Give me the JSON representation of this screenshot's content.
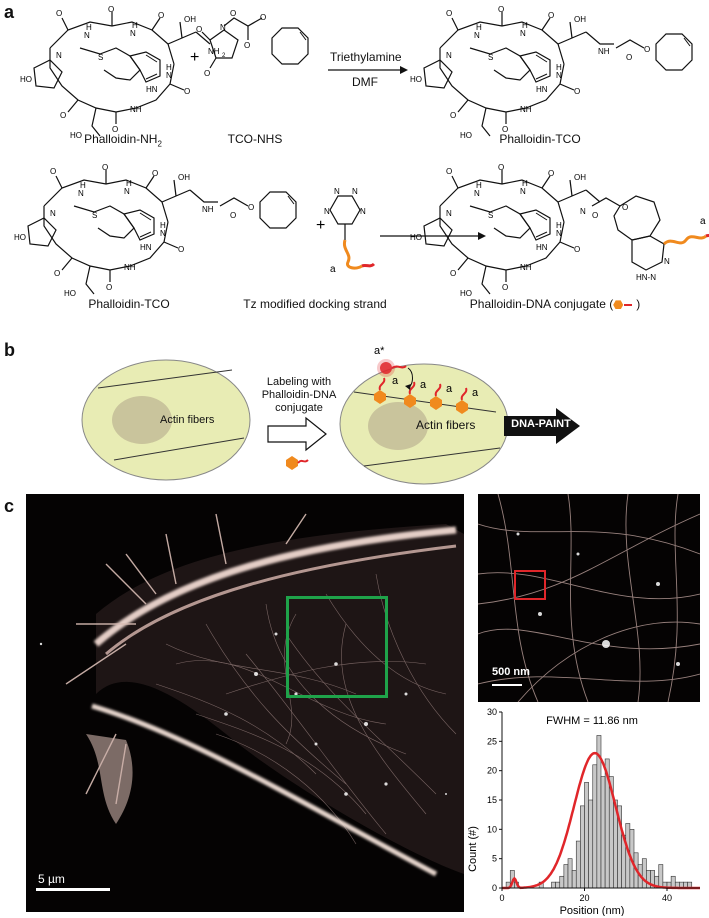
{
  "panels": {
    "a": "a",
    "b": "b",
    "c": "c"
  },
  "reaction1": {
    "reactant1": "Phalloidin-NH",
    "reactant1_sub": "2",
    "reactant2": "TCO-NHS",
    "reagent_top": "Triethylamine",
    "reagent_bottom": "DMF",
    "product": "Phalloidin-TCO",
    "plus": "+"
  },
  "reaction2": {
    "reactant1": "Phalloidin-TCO",
    "reactant2": "Tz modified docking strand",
    "product": "Phalloidin-DNA conjugate (",
    "product_close": ")",
    "strand_label": "a",
    "plus": "+"
  },
  "chem_labels": {
    "oh": "OH",
    "nh2": "NH",
    "h": "H",
    "n": "N",
    "o": "O",
    "s": "S",
    "hn": "HN",
    "ho": "HO",
    "nh": "NH",
    "hnn": "HN-N"
  },
  "schematic": {
    "cell1_label": "Actin fibers",
    "arrow_label": "Labeling with\nPhalloidin-DNA\nconjugate",
    "arrow_line1": "Labeling with",
    "arrow_line2": "Phalloidin-DNA",
    "arrow_line3": "conjugate",
    "cell2_label": "Actin fibers",
    "imager_label": "a*",
    "docking_label": "a",
    "method": "DNA-PAINT"
  },
  "microscopy": {
    "main_scalebar": "5 µm",
    "inset_scalebar": "500 nm"
  },
  "colors": {
    "cell_fill": "#e8ecb4",
    "nucleus_fill": "#c9c49c",
    "conjugate": "#f08a1e",
    "green_box": "#1fa34a",
    "red_box": "#e0262a",
    "fit_line": "#e0262a",
    "hist_fill": "#c8c8c8"
  },
  "chart_data": {
    "type": "bar",
    "title": "FWHM = 11.86 nm",
    "xlabel": "Position (nm)",
    "ylabel": "Count (#)",
    "xlim": [
      0,
      48
    ],
    "ylim": [
      0,
      30
    ],
    "xticks": [
      "0",
      "20",
      "40"
    ],
    "yticks": [
      "0",
      "5",
      "10",
      "15",
      "20",
      "25",
      "30"
    ],
    "bin_width": 1,
    "x": [
      0,
      1,
      2,
      3,
      4,
      5,
      6,
      7,
      8,
      9,
      10,
      11,
      12,
      13,
      14,
      15,
      16,
      17,
      18,
      19,
      20,
      21,
      22,
      23,
      24,
      25,
      26,
      27,
      28,
      29,
      30,
      31,
      32,
      33,
      34,
      35,
      36,
      37,
      38,
      39,
      40,
      41,
      42,
      43,
      44,
      45,
      46,
      47
    ],
    "values": [
      0,
      1,
      3,
      1,
      0,
      0,
      0,
      0,
      0,
      1,
      0,
      0,
      1,
      1,
      2,
      4,
      5,
      3,
      8,
      14,
      18,
      15,
      21,
      26,
      19,
      22,
      19,
      15,
      14,
      9,
      11,
      10,
      6,
      4,
      5,
      3,
      3,
      2,
      4,
      1,
      1,
      2,
      1,
      1,
      1,
      1,
      0,
      0
    ],
    "fit": {
      "type": "gaussian",
      "mean": 22.5,
      "sigma": 5.04,
      "amplitude": 23,
      "color": "#e0262a"
    }
  }
}
